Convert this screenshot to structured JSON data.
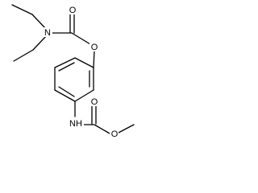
{
  "molecule": {
    "atoms": {
      "n_amide": "N",
      "o_carbonyl_top": "O",
      "o_ester_aryl": "O",
      "nh_carbamate": "NH",
      "o_carbonyl_bottom": "O",
      "o_methoxy": "O"
    }
  },
  "colors": {
    "bond": "#000000",
    "label": "#000000",
    "background": "#ffffff"
  }
}
